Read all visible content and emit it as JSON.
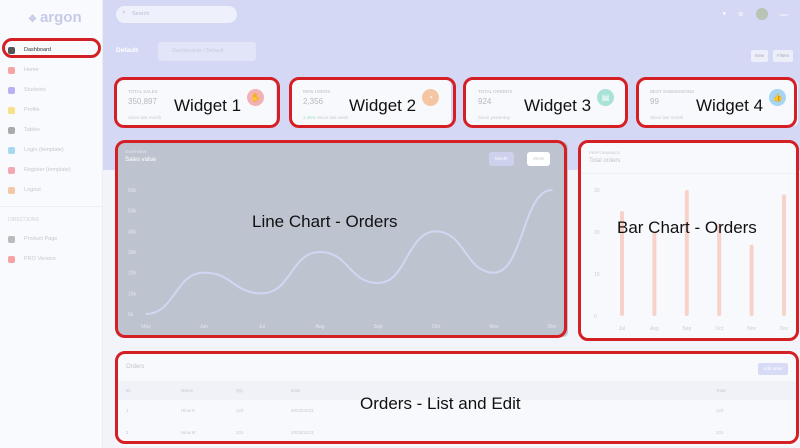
{
  "sidebar": {
    "logo": "argon",
    "items": [
      {
        "label": "Dashboard",
        "color": "#555"
      },
      {
        "label": "Home",
        "color": "#f5a3a3"
      },
      {
        "label": "Students",
        "color": "#b8b3f0"
      },
      {
        "label": "Profile",
        "color": "#f8e08a"
      },
      {
        "label": "Tables",
        "color": "#aaa"
      },
      {
        "label": "Login (template)",
        "color": "#a7d8f0"
      },
      {
        "label": "Register (template)",
        "color": "#f3a8b4"
      },
      {
        "label": "Logout",
        "color": "#f5c7a5"
      }
    ],
    "section": "DIRECTIONS",
    "extra": [
      {
        "label": "Product Page",
        "color": "#bbb"
      },
      {
        "label": "PRO Version",
        "color": "#f5a3a3"
      }
    ]
  },
  "topbar": {
    "search_placeholder": "Search",
    "user": "User"
  },
  "header": {
    "title": "Default",
    "breadcrumb": "Dashboards / Default",
    "new_label": "New",
    "filters_label": "Filters"
  },
  "widgets": [
    {
      "label": "TOTAL SALES",
      "value": "350,897",
      "foot_up": "",
      "foot": "Since last month",
      "icon": "hand-icon",
      "color": "#f3b1b3",
      "glyph": "✋"
    },
    {
      "label": "NEW USERS",
      "value": "2,356",
      "foot_up": "3.48%",
      "foot": "Since last week",
      "icon": "pie-icon",
      "color": "#f5c6a3",
      "glyph": "◔"
    },
    {
      "label": "TOTAL ORDERS",
      "value": "924",
      "foot_up": "",
      "foot": "Since yesterday",
      "icon": "orders-icon",
      "color": "#a9e2d7",
      "glyph": "▤"
    },
    {
      "label": "BEST SUBMISSIONS",
      "value": "99",
      "foot_up": "",
      "foot": "Since last month",
      "icon": "like-icon",
      "color": "#a5d5f0",
      "glyph": "👍"
    }
  ],
  "line_chart_card": {
    "overline": "OVERVIEW",
    "title": "Sales value",
    "btn_month": "Month",
    "btn_week": "Week"
  },
  "bar_chart_card": {
    "overline": "PERFORMANCE",
    "title": "Total orders"
  },
  "chart_data": [
    {
      "type": "line",
      "title": "Sales value",
      "categories": [
        "May",
        "Jun",
        "Jul",
        "Aug",
        "Sep",
        "Oct",
        "Nov",
        "Dec"
      ],
      "values": [
        0,
        20,
        10,
        30,
        15,
        40,
        20,
        60
      ],
      "ylim": [
        0,
        60
      ],
      "yticks": [
        "0k",
        "10k",
        "20k",
        "30k",
        "40k",
        "50k",
        "60k"
      ],
      "color": "#d3d6f3",
      "grid": false
    },
    {
      "type": "bar",
      "title": "Total orders",
      "categories": [
        "Jul",
        "Aug",
        "Sep",
        "Oct",
        "Nov",
        "Dec"
      ],
      "values": [
        25,
        20,
        30,
        22,
        17,
        29
      ],
      "ylim": [
        0,
        30
      ],
      "yticks": [
        "0",
        "10",
        "20",
        "30"
      ],
      "color": "#f6d2cb",
      "grid": false
    }
  ],
  "orders": {
    "title": "Orders",
    "add_label": "Add order",
    "columns": [
      "ID",
      "Name",
      "Qty",
      "Date",
      "Total"
    ],
    "rows": [
      [
        "1",
        "Hina N",
        "122",
        "2023/01/23",
        "122"
      ],
      [
        "2",
        "Hina M",
        "101",
        "2023/01/23",
        "101"
      ]
    ]
  },
  "annotations": [
    "Dashboard",
    "Widget 1",
    "Widget 2",
    "Widget 3",
    "Widget 4",
    "Line Chart - Orders",
    "Bar Chart - Orders",
    "Orders - List and Edit"
  ]
}
